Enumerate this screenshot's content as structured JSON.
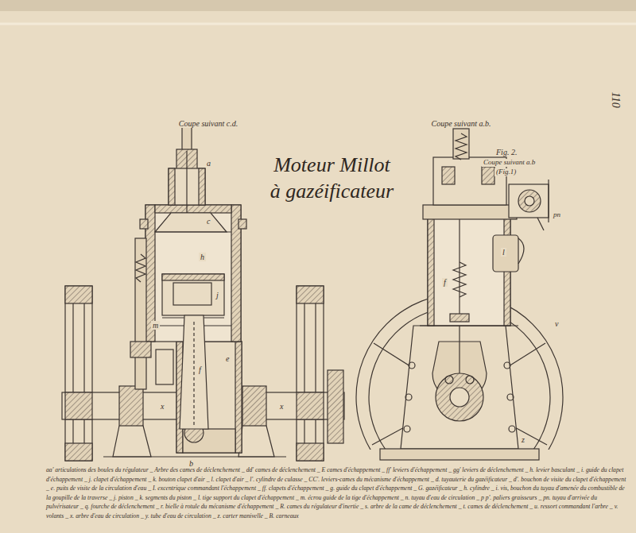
{
  "diagram": {
    "title": "Moteur Millot à gazéificateur",
    "labels": [
      "Coupe suivant c.d.",
      "Coupe suivant a.b.",
      "Fig. 2.",
      "Coupe suivant a.b",
      "(Fig.1)",
      "a",
      "c",
      "h",
      "j",
      "m",
      "f",
      "e",
      "x",
      "x",
      "b",
      "l",
      "pn",
      "f",
      "v",
      "z",
      "110",
      "aa' articulations des boules du régulateur _ Arbre des cames de déclenchement _ dd' cames de déclenchement _ E cames d'échappement _ ff' leviers d'échappement _ gg' leviers de déclenchement _ h. levier basculant _ i. guide du clapet d'échappement _ j. clapet d'échappement _ k. bouton clapet d'air _ l. clapet d'air _ l'. cylindre de culasse _ CC'. leviers-cames du mécanisme d'échappement _ d. tuyauterie du gazéificateur _ d'. bouchon de visite du clapet d'échappement _ e. puits de visite de la circulation d'eau _ I. excentrique commandant l'échappement _ ff. clapets d'échappement _ g. guide du clapet d'échappement _ G. gazéificateur _ h. cylindre _ i. vis, bouchon du tuyau d'amenée du combustible de la goupille de la traverse _ j. piston _ k. segments du piston _ l. tige support du clapet d'échappement _ m. écrou guide de la tige d'échappement _ n. tuyau d'eau de circulation _ p p'. paliers graisseurs _ pn. tuyau d'arrivée du pulvérisateur _ q. fourche de déclenchement _ r. bielle à rotule du mécanisme d'échappement _ R. cames du régulateur d'inertie _ s. arbre de la came de déclenchement _ t. cames de déclenchement _ u. ressort commandant l'arbre _ v. volants _ x. arbre d'eau de circulation _ y. tube d'eau de circulation _ z. carter manivelle _ B. carneaux"
    ]
  }
}
